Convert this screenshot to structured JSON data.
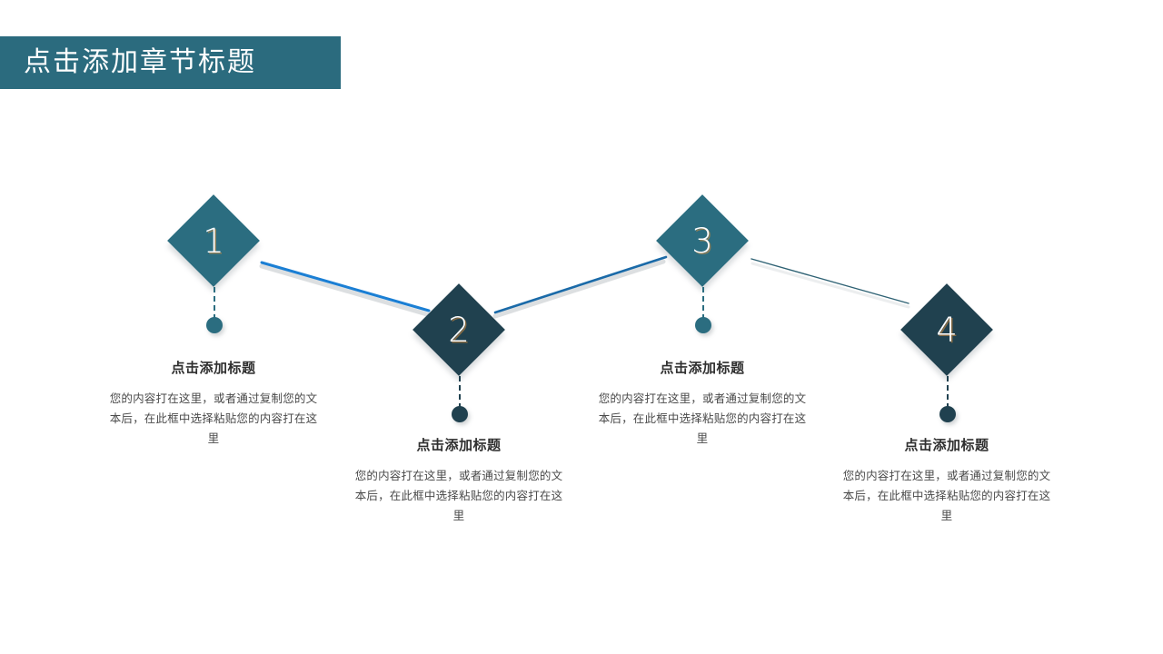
{
  "slide": {
    "background_color": "#ffffff",
    "banner": {
      "title": "点击添加章节标题",
      "background_color": "#2b6b7e",
      "text_color": "#ffffff"
    }
  },
  "theme": {
    "teal": "#2b6d80",
    "slate": "#20414f",
    "link_blue_bright": "#1b7fd4",
    "link_blue_dark": "#1a6aa8",
    "link_teal": "#2f6274",
    "heading_color": "#2f2f2f",
    "body_color": "#4a4a4a"
  },
  "nodes": [
    {
      "number": "1",
      "color_key": "teal",
      "heading": "点击添加标题",
      "body": "您的内容打在这里，或者通过复制您的文本后，在此框中选择粘贴您的内容打在这里"
    },
    {
      "number": "2",
      "color_key": "slate",
      "heading": "点击添加标题",
      "body": "您的内容打在这里，或者通过复制您的文本后，在此框中选择粘贴您的内容打在这里"
    },
    {
      "number": "3",
      "color_key": "teal",
      "heading": "点击添加标题",
      "body": "您的内容打在这里，或者通过复制您的文本后，在此框中选择粘贴您的内容打在这里"
    },
    {
      "number": "4",
      "color_key": "slate",
      "heading": "点击添加标题",
      "body": "您的内容打在这里，或者通过复制您的文本后，在此框中选择粘贴您的内容打在这里"
    }
  ],
  "connectors": [
    {
      "from": "1",
      "to": "2",
      "color": "#1b7fd4",
      "width": 3
    },
    {
      "from": "2",
      "to": "3",
      "color": "#1a6aa8",
      "width": 2.6
    },
    {
      "from": "3",
      "to": "4",
      "color": "#2f6274",
      "width": 1.4
    }
  ]
}
